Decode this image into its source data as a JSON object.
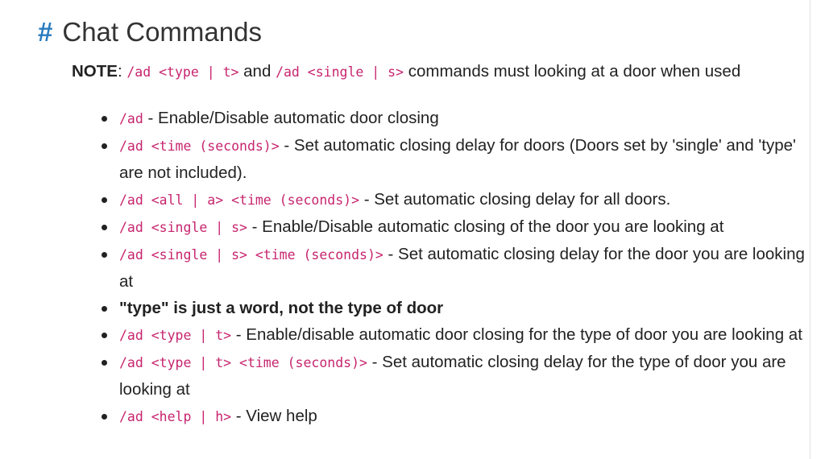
{
  "heading": {
    "hash": "#",
    "title": "Chat Commands"
  },
  "note": {
    "label": "NOTE",
    "colon": ":",
    "code1": "/ad <type | t>",
    "mid": "and",
    "code2": "/ad <single | s>",
    "tail": "commands must looking at a door when used"
  },
  "commands": [
    {
      "code": "/ad",
      "desc": "- Enable/Disable automatic door closing"
    },
    {
      "code": "/ad <time (seconds)>",
      "desc": "- Set automatic closing delay for doors (Doors set by 'single' and 'type' are not included)."
    },
    {
      "code": "/ad <all | a> <time (seconds)>",
      "desc": "- Set automatic closing delay for all doors."
    },
    {
      "code": "/ad <single | s>",
      "desc": "- Enable/Disable automatic closing of the door you are looking at"
    },
    {
      "code": "/ad <single | s> <time (seconds)>",
      "desc": "- Set automatic closing delay for the door you are looking at"
    },
    {
      "code": "",
      "desc": "\"type\" is just a word, not the type of door",
      "bold": true
    },
    {
      "code": "/ad <type | t>",
      "desc": "- Enable/disable automatic door closing for the type of door you are looking at"
    },
    {
      "code": "/ad <type | t> <time (seconds)>",
      "desc": "- Set automatic closing delay for the type of door you are looking at"
    },
    {
      "code": "/ad <help | h>",
      "desc": "- View help"
    }
  ]
}
